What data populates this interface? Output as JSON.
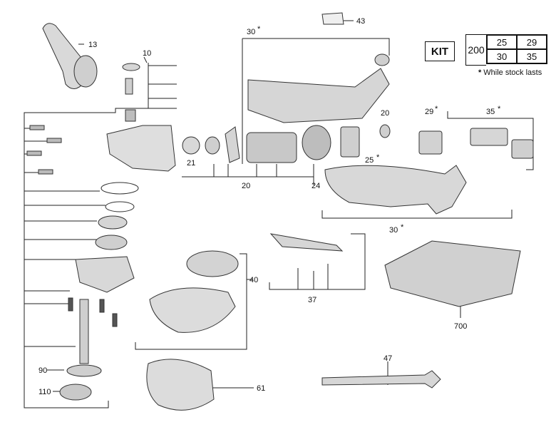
{
  "callouts": {
    "c13": "13",
    "c10": "10",
    "c30_top": "30",
    "c43": "43",
    "c21": "21",
    "c20_mid": "20",
    "c20_top": "20",
    "c24": "24",
    "c25": "25",
    "c29": "29",
    "c35": "35",
    "c30_bot": "30",
    "c40": "40",
    "c37": "37",
    "c700": "700",
    "c47": "47",
    "c90": "90",
    "c110": "110",
    "c61": "61",
    "star": "*"
  },
  "kit": {
    "title": "KIT",
    "main": "200",
    "items": [
      "25",
      "29",
      "30",
      "35"
    ],
    "note_star": "*",
    "note": "While stock lasts"
  }
}
